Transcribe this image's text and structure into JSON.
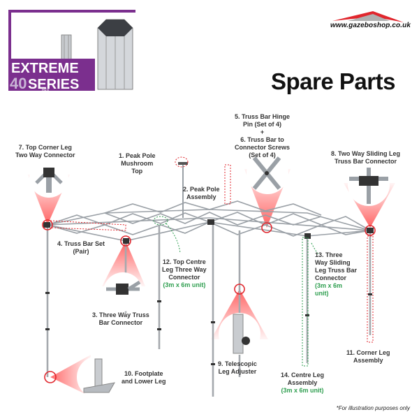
{
  "badge": {
    "line1": "EXTREME",
    "num": "40",
    "line2": "SERIES",
    "sub": "HEX"
  },
  "brand": {
    "url": "www.gazeboshop.co.uk"
  },
  "title": "Spare Parts",
  "parts": {
    "p1": [
      "1. Peak Pole",
      "Mushroom",
      "Top"
    ],
    "p2": [
      "2. Peak Pole",
      "Assembly"
    ],
    "p3": [
      "3. Three Way Truss",
      "Bar Connector"
    ],
    "p4": [
      "4. Truss Bar Set",
      "(Pair)"
    ],
    "p5": [
      "5. Truss Bar Hinge",
      "Pin (Set of 4)",
      "+",
      "6. Truss Bar to",
      "Connector Screws",
      "(Set of 4)"
    ],
    "p7": [
      "7. Top Corner Leg",
      "Two Way Connector"
    ],
    "p8": [
      "8. Two Way Sliding Leg",
      "Truss Bar Connector"
    ],
    "p9": [
      "9. Telescopic",
      "Leg Adjuster"
    ],
    "p10": [
      "10. Footplate",
      "and Lower Leg"
    ],
    "p11": [
      "11. Corner Leg",
      "Assembly"
    ],
    "p12": [
      "12. Top Centre",
      "Leg Three Way",
      "Connector"
    ],
    "p12_unit": "(3m x 6m unit)",
    "p13": [
      "13. Three",
      "Way Sliding",
      "Leg Truss Bar",
      "Connector"
    ],
    "p13_unit": "(3m x 6m",
    "p13_unit2": "unit)",
    "p14": [
      "14. Centre Leg",
      "Assembly"
    ],
    "p14_unit": "(3m x 6m unit)"
  },
  "footnote": "*For illustration purposes only",
  "colors": {
    "purple": "#7b2f8e",
    "red": "#e0262d",
    "green": "#2e9e4f",
    "frame": "#9aa0a6"
  }
}
